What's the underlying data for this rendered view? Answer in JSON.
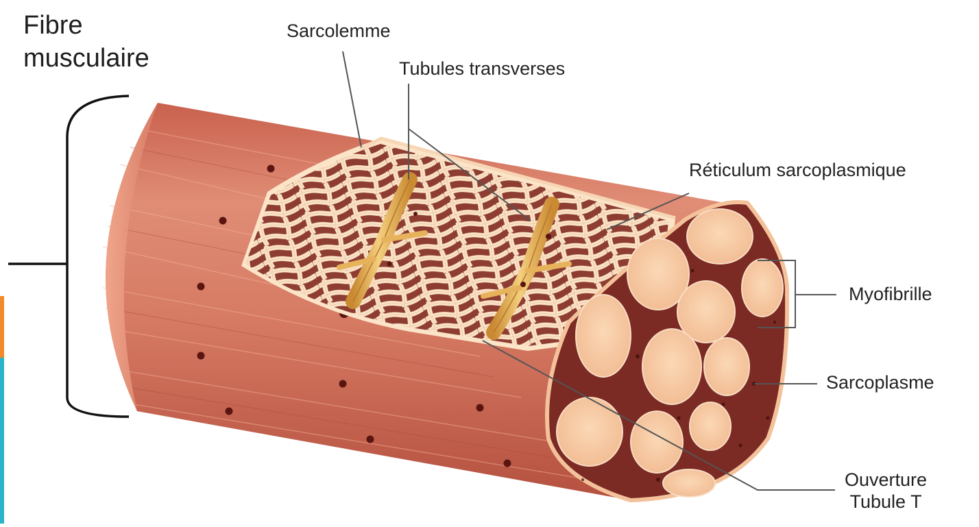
{
  "labels": {
    "fibre_musculaire": "Fibre\nmusculaire",
    "sarcolemme": "Sarcolemme",
    "tubules_transverses": "Tubules transverses",
    "reticulum": "Réticulum sarcoplasmique",
    "myofibrille": "Myofibrille",
    "sarcoplasme": "Sarcoplasme",
    "ouverture_tubule": "Ouverture\nTubule T"
  },
  "colors": {
    "fiber": "#d77d68",
    "fiber_dark": "#b95a48",
    "fiber_light": "#f0a98f",
    "reticulum_bg": "#8e3d32",
    "reticulum_mesh": "#fbe4c8",
    "t_tubule": "#e7b25c",
    "myofibril": "#f7c9a1",
    "sarcoplasm": "#7b2a24",
    "side_bar_orange": "#f08a2a",
    "side_bar_teal": "#2bb3c9",
    "leader_line": "#555555"
  }
}
